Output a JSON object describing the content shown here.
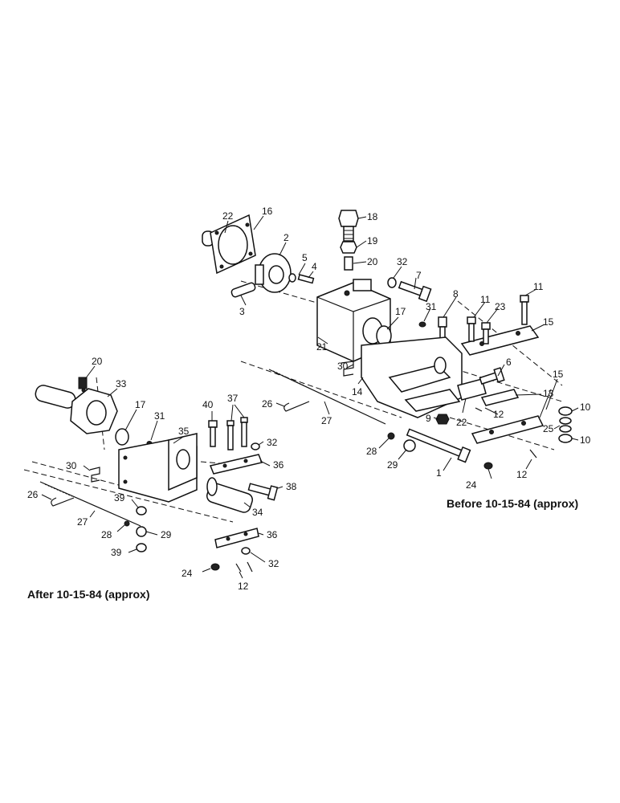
{
  "captions": {
    "before": "Before 10-15-84 (approx)",
    "after": "After 10-15-84 (approx)"
  },
  "callouts_before": [
    "22",
    "16",
    "2",
    "5",
    "4",
    "3",
    "18",
    "19",
    "20",
    "32",
    "7",
    "21",
    "17",
    "31",
    "8",
    "11",
    "23",
    "11",
    "15",
    "6",
    "13",
    "10",
    "25",
    "10",
    "12",
    "22",
    "9",
    "14",
    "30",
    "26",
    "27",
    "28",
    "29",
    "1",
    "24",
    "12",
    "15"
  ],
  "callouts_after": [
    "20",
    "33",
    "17",
    "31",
    "35",
    "40",
    "37",
    "32",
    "36",
    "38",
    "34",
    "30",
    "26",
    "39",
    "27",
    "28",
    "29",
    "39",
    "36",
    "32",
    "24",
    "12"
  ]
}
